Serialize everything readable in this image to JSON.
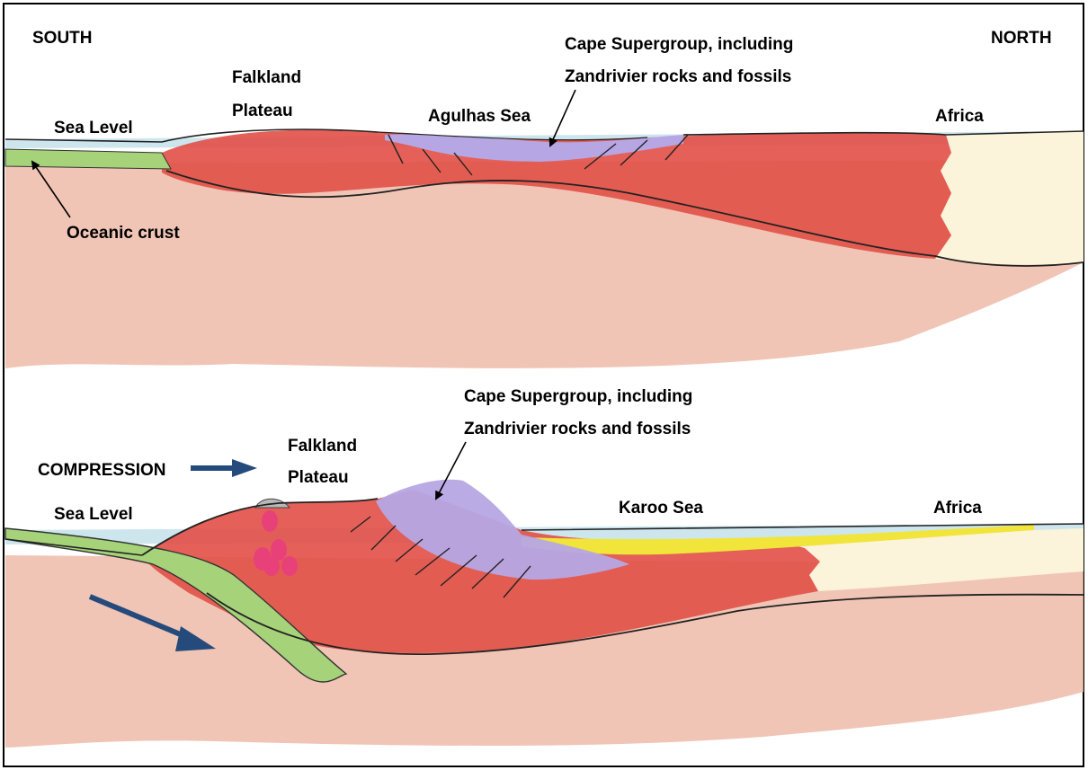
{
  "top_panel": {
    "south": "SOUTH",
    "north": "NORTH",
    "falkland_line1": "Falkland",
    "falkland_line2": "Plateau",
    "cape_line1": "Cape Supergroup, including",
    "cape_line2": "Zandrivier rocks and fossils",
    "sea_level": "Sea Level",
    "agulhas_sea": "Agulhas Sea",
    "africa": "Africa",
    "oceanic_crust": "Oceanic crust"
  },
  "bottom_panel": {
    "cape_line1": "Cape Supergroup, including",
    "cape_line2": "Zandrivier rocks and fossils",
    "falkland_line1": "Falkland",
    "falkland_line2": "Plateau",
    "compression": "COMPRESSION",
    "sea_level": "Sea Level",
    "karoo_sea": "Karoo Sea",
    "africa": "Africa"
  },
  "colors": {
    "mantle": "#eebba8",
    "crust_red": "#e2524a",
    "cape_purple": "#b6a6e4",
    "sea_blue": "#cde6ee",
    "oceanic_green": "#a6d27a",
    "karoo_yellow": "#f1e43a",
    "africa_cream": "#fbf3da",
    "arrow_blue": "#254a7c"
  }
}
